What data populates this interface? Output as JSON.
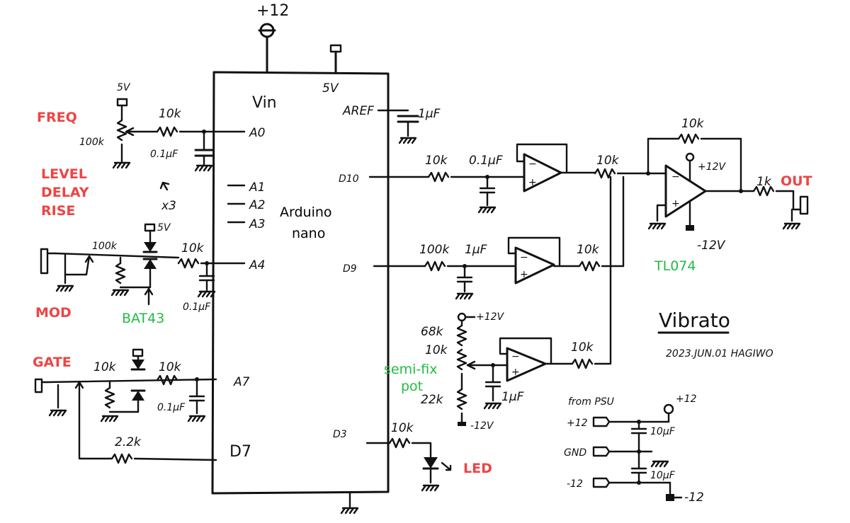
{
  "colors": {
    "ink": "#111111",
    "red": "#ee4444",
    "green": "#22bb44"
  },
  "title": "Vibrato",
  "date_author": "2023.JUN.01 HAGIWO",
  "mcu": {
    "name_line1": "Arduino",
    "name_line2": "nano"
  },
  "pins": {
    "vin": "Vin",
    "v5": "5V",
    "aref": "AREF",
    "a0": "A0",
    "a1": "A1",
    "a2": "A2",
    "a3": "A3",
    "a4": "A4",
    "a7": "A7",
    "d10": "D10",
    "d9": "D9",
    "d7": "D7",
    "d3": "D3"
  },
  "labels": {
    "freq": "FREQ",
    "level": "LEVEL",
    "delay": "DELAY",
    "rise": "RISE",
    "x3": "x3",
    "mod": "MOD",
    "gate": "GATE",
    "out": "OUT",
    "led": "LED",
    "bat43": "BAT43",
    "tl074": "TL074",
    "semi_fix_1": "semi-fix",
    "semi_fix_2": "pot",
    "from_psu": "from PSU"
  },
  "supplies": {
    "p12_top": "+12",
    "p5_top": "5V",
    "p5_freq": "5V",
    "p5_mod": "5V",
    "p12_op": "+12V",
    "m12_op": "-12V",
    "p12_trim": "+12V",
    "m12_trim": "-12V",
    "psu_p12_out": "+12",
    "psu_m12_out": "-12",
    "psu_p12_in": "+12",
    "psu_gnd_in": "GND",
    "psu_m12_in": "-12"
  },
  "components": {
    "r_freq_pot": "100k",
    "r_freq": "10k",
    "c_freq": "0.1µF",
    "r_mod_in": "100k",
    "r_mod": "10k",
    "c_mod": "0.1µF",
    "r_gate": "10k",
    "c_gate": "0.1µF",
    "r_gate_d7": "2.2k",
    "c_aref": "1µF",
    "r_d10": "10k",
    "c_d10": "0.1µF",
    "r_d10_mix": "10k",
    "r_d9": "100k",
    "c_d9": "1µF",
    "r_d9_mix": "10k",
    "r_trim_top": "68k",
    "r_trim_pot": "10k",
    "r_trim_bot": "22k",
    "c_trim": "1µF",
    "r_trim_mix": "10k",
    "r_feedback": "10k",
    "r_out": "1k",
    "r_led": "10k",
    "c_psu_1": "10µF",
    "c_psu_2": "10µF"
  }
}
